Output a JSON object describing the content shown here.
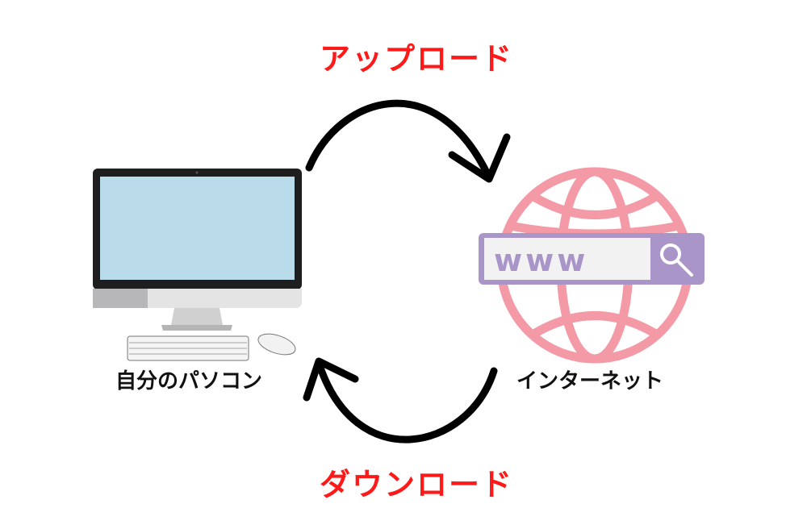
{
  "labels": {
    "upload": "アップロード",
    "download": "ダウンロード",
    "my_pc": "自分のパソコン",
    "internet": "インターネット",
    "search_text": "www"
  },
  "colors": {
    "arrow_label": "#ff1a1a",
    "globe": "#f39aa6",
    "search_bar": "#a995c8",
    "screen": "#b9dbea"
  },
  "icons": [
    "computer-icon",
    "keyboard-icon",
    "mouse-icon",
    "globe-icon",
    "search-icon",
    "arrow-icon"
  ]
}
